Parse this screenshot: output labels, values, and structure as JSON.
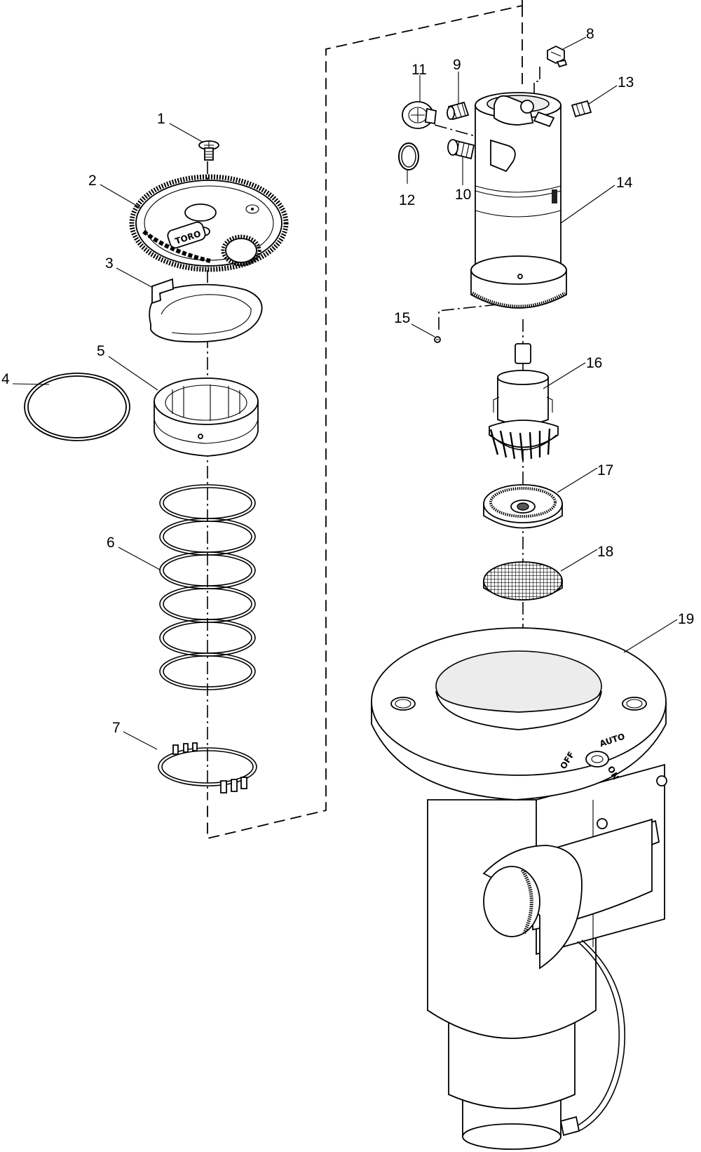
{
  "callouts": [
    {
      "id": "1",
      "text": "1"
    },
    {
      "id": "2",
      "text": "2"
    },
    {
      "id": "3",
      "text": "3"
    },
    {
      "id": "4",
      "text": "4"
    },
    {
      "id": "5",
      "text": "5"
    },
    {
      "id": "6",
      "text": "6"
    },
    {
      "id": "7",
      "text": "7"
    },
    {
      "id": "8",
      "text": "8"
    },
    {
      "id": "9",
      "text": "9"
    },
    {
      "id": "10",
      "text": "10"
    },
    {
      "id": "11",
      "text": "11"
    },
    {
      "id": "12",
      "text": "12"
    },
    {
      "id": "13",
      "text": "13"
    },
    {
      "id": "14",
      "text": "14"
    },
    {
      "id": "15",
      "text": "15"
    },
    {
      "id": "16",
      "text": "16"
    },
    {
      "id": "17",
      "text": "17"
    },
    {
      "id": "18",
      "text": "18"
    },
    {
      "id": "19",
      "text": "19"
    }
  ],
  "markings": {
    "gear_brand": "TORO",
    "valve_off": "OFF",
    "valve_auto": "AUTO",
    "valve_on": "ON"
  }
}
